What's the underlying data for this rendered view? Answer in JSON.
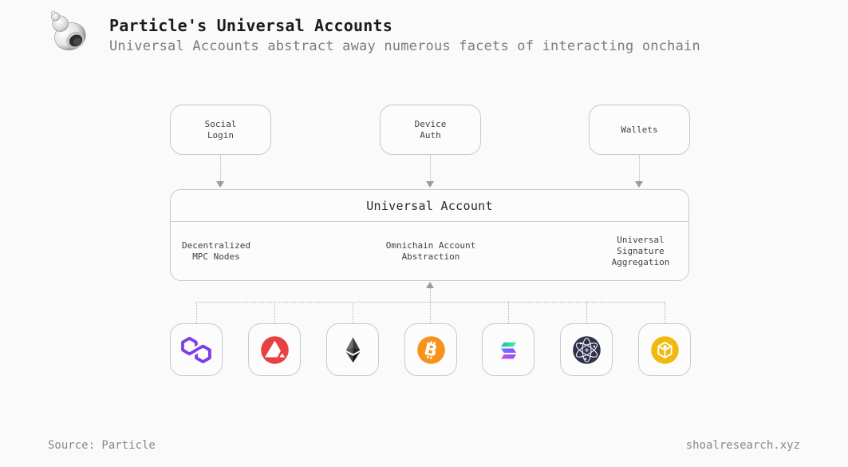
{
  "header": {
    "title": "Particle's Universal Accounts",
    "subtitle": "Universal Accounts abstract away numerous facets of interacting onchain",
    "logo": "shell-logo"
  },
  "sources": [
    {
      "id": "social-login",
      "label": "Social\nLogin"
    },
    {
      "id": "device-auth",
      "label": "Device\nAuth"
    },
    {
      "id": "wallets",
      "label": "Wallets"
    }
  ],
  "universal_account": {
    "title": "Universal Account",
    "features": [
      {
        "label": "Decentralized\nMPC Nodes"
      },
      {
        "label": "Omnichain Account\nAbstraction"
      },
      {
        "label": "Universal\nSignature\nAggregation"
      }
    ]
  },
  "chains": [
    {
      "name": "polygon",
      "icon": "polygon-icon",
      "color": "#7B3FE4"
    },
    {
      "name": "avalanche",
      "icon": "avalanche-icon",
      "color": "#E84142"
    },
    {
      "name": "ethereum",
      "icon": "ethereum-icon",
      "color": "#343434"
    },
    {
      "name": "bitcoin",
      "icon": "bitcoin-icon",
      "color": "#F7931A"
    },
    {
      "name": "solana",
      "icon": "solana-icon",
      "color_from": "#00FFA3",
      "color_to": "#DC1FFF"
    },
    {
      "name": "cosmos",
      "icon": "cosmos-icon",
      "color": "#2E3148"
    },
    {
      "name": "bnb-chain",
      "icon": "bnb-icon",
      "color": "#F0B90B"
    }
  ],
  "connector_color": "#B2B2B8",
  "footer": {
    "source": "Source: Particle",
    "site": "shoalresearch.xyz"
  }
}
